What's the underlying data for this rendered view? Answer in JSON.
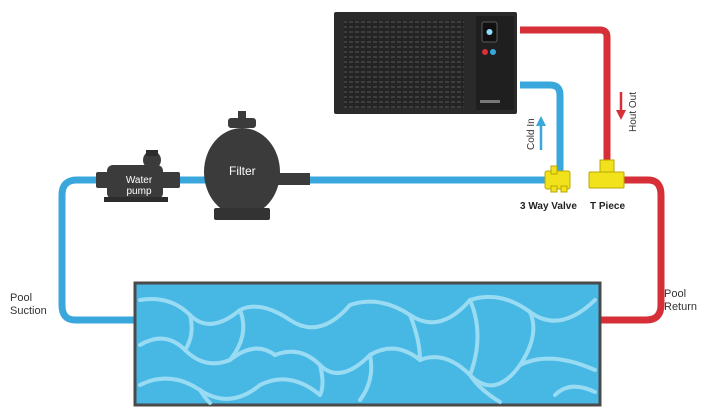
{
  "labels": {
    "water_pump": [
      "Water",
      "pump"
    ],
    "filter": "Filter",
    "cold_in": "Cold In",
    "hot_out": "Hout Out",
    "valve": "3 Way Valve",
    "t_piece": "T Piece",
    "pool_suction": [
      "Pool",
      "Suction"
    ],
    "pool_return": [
      "Pool",
      "Return"
    ]
  },
  "colors": {
    "cold_pipe": "#3aa7dc",
    "hot_pipe": "#d62f37",
    "equipment": "#3b3b3b",
    "heat_pump": "#2a2a2a",
    "fitting": "#f2e21b",
    "pool_water": "#47b8e4",
    "pool_border": "#4a4a4a"
  },
  "icons": [
    "water-pump-icon",
    "sand-filter-icon",
    "heat-pump-icon",
    "three-way-valve-icon",
    "t-piece-icon",
    "flow-arrow-up-icon",
    "flow-arrow-down-icon"
  ]
}
